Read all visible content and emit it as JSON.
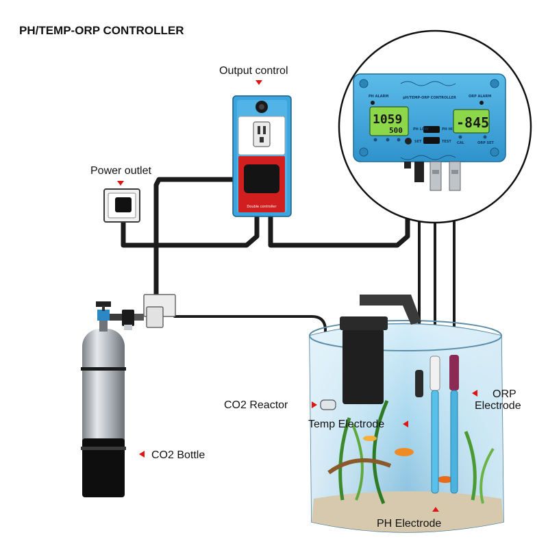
{
  "title": "PH/TEMP-ORP CONTROLLER",
  "labels": {
    "output_control": "Output control",
    "power_outlet": "Power outlet",
    "co2_reactor": "CO2 Reactor",
    "temp_electrode": "Temp Electrode",
    "orp_electrode_line1": "ORP",
    "orp_electrode_line2": "Electrode",
    "co2_bottle": "CO2 Bottle",
    "ph_electrode": "PH Electrode"
  },
  "controller": {
    "name": "pH/TEMP-ORP CONTROLLER",
    "ph_alarm": "PH ALARM",
    "orp_alarm": "ORP ALARM",
    "ph_reading": "1059",
    "temp_reading": "500",
    "orp_reading": "-845",
    "ph_low": "PH LOW",
    "ph_hi": "PH HI",
    "set": "SET",
    "test": "TEST",
    "cal": "CAL",
    "orp_set": "ORP SET"
  },
  "switch_box": {
    "label": "Double controller"
  },
  "colors": {
    "controller_blue": "#3aa6de",
    "lcd_green": "#8cd84a",
    "socket_red": "#d11f1f",
    "water_blue": "#9fd3ec",
    "arrow_red": "#e01515"
  }
}
